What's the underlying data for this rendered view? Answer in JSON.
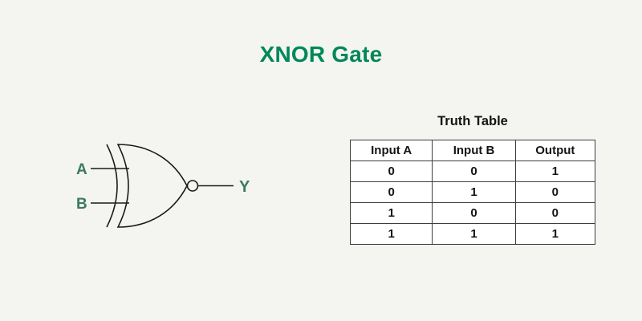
{
  "title": "XNOR Gate",
  "colors": {
    "background": "#f4f4f1",
    "title_green": "#00875a",
    "label_green": "#3c7a66",
    "line_black": "#1a1a1a",
    "table_border": "#3d3d3d",
    "table_background": "#ffffff"
  },
  "gate": {
    "input_a_label": "A",
    "input_b_label": "B",
    "output_label": "Y"
  },
  "truth_table": {
    "title": "Truth Table",
    "headers": [
      "Input A",
      "Input B",
      "Output"
    ],
    "rows": [
      [
        "0",
        "0",
        "1"
      ],
      [
        "0",
        "1",
        "0"
      ],
      [
        "1",
        "0",
        "0"
      ],
      [
        "1",
        "1",
        "1"
      ]
    ]
  }
}
